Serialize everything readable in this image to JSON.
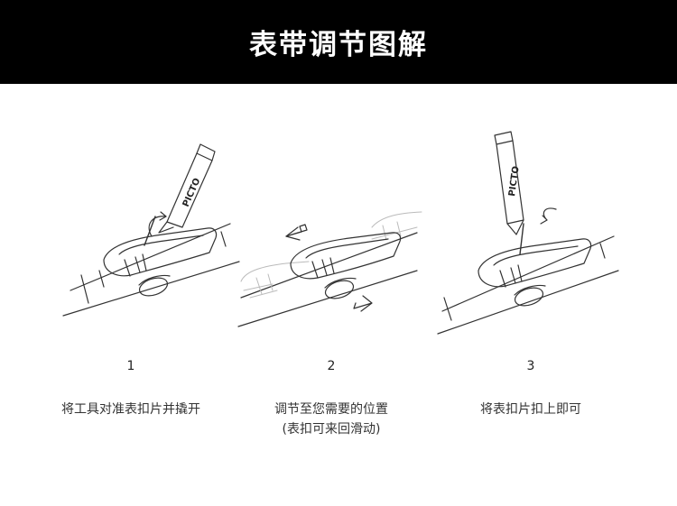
{
  "header": {
    "title": "表带调节图解"
  },
  "tool": {
    "brand": "PICTO"
  },
  "steps": [
    {
      "number": "1",
      "lines": [
        "将工具对准表扣片并撬开"
      ]
    },
    {
      "number": "2",
      "lines": [
        "调节至您需要的位置",
        "(表扣可来回滑动)"
      ]
    },
    {
      "number": "3",
      "lines": [
        "将表扣片扣上即可"
      ]
    }
  ]
}
